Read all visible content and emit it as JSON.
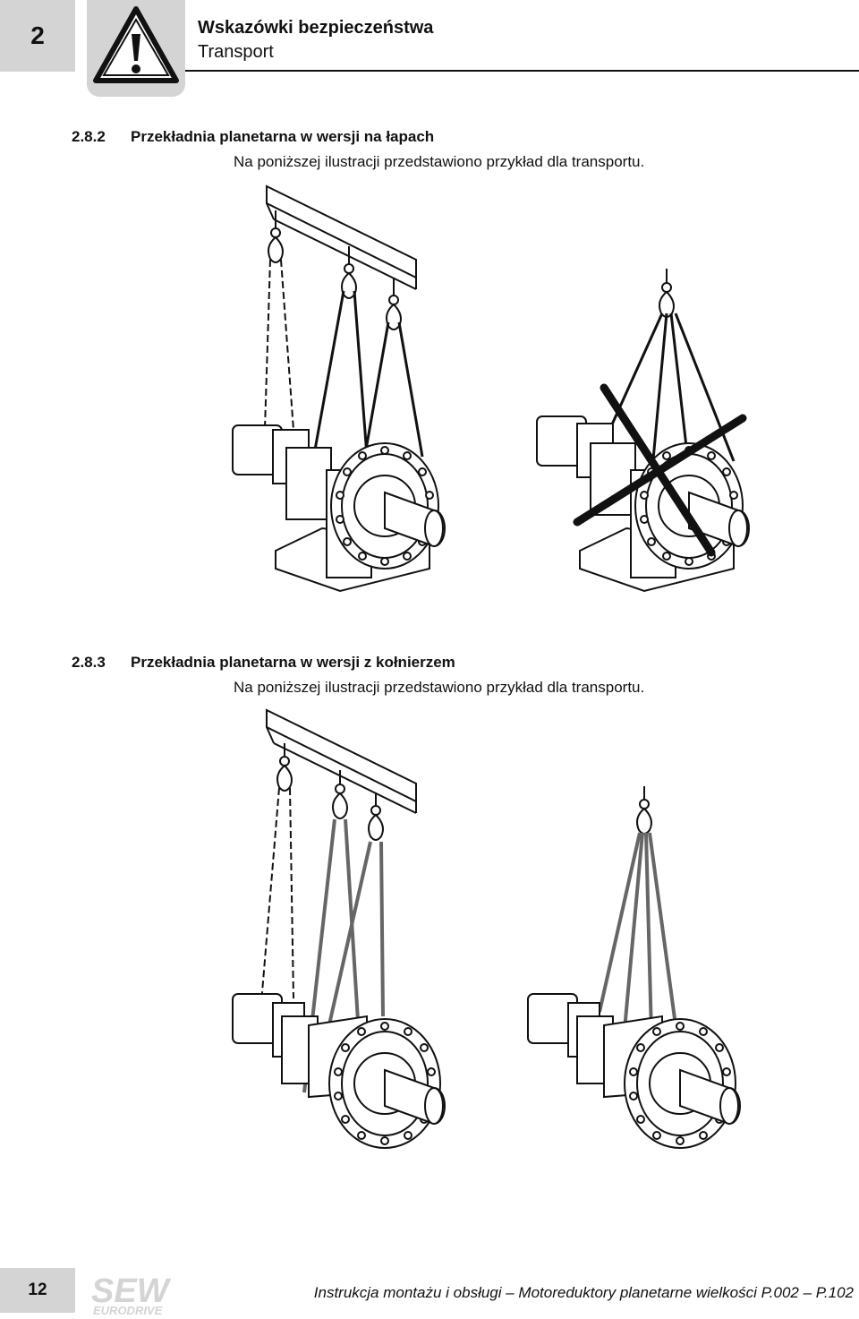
{
  "header": {
    "chapter_number": "2",
    "title": "Wskazówki bezpieczeństwa",
    "subtitle": "Transport",
    "warning_icon": "warning-triangle-icon"
  },
  "sections": [
    {
      "number": "2.8.2",
      "title": "Przekładnia planetarna w wersji na łapach",
      "text": "Na poniższej ilustracji przedstawiono przykład dla transportu."
    },
    {
      "number": "2.8.3",
      "title": "Przekładnia planetarna w wersji z kołnierzem",
      "text": "Na poniższej ilustracji przedstawiono przykład dla transportu."
    }
  ],
  "footer": {
    "page_number": "12",
    "logo_main": "SEW",
    "logo_sub": "EURODRIVE",
    "document_title": "Instrukcja montażu i obsługi – Motoreduktory planetarne wielkości P.002 – P.102"
  },
  "colors": {
    "gray_box": "#d4d4d4",
    "text": "#111111",
    "strap_gray": "#666666"
  }
}
